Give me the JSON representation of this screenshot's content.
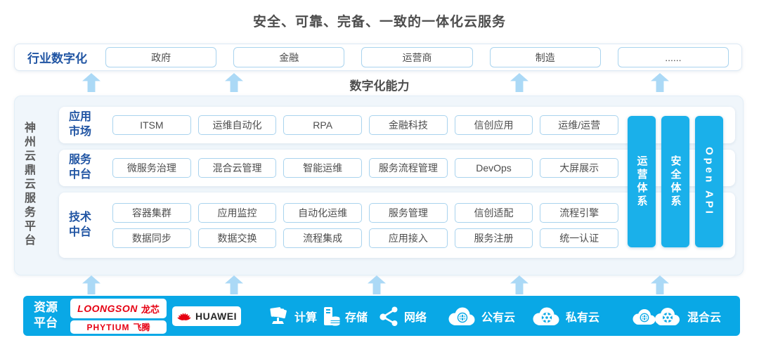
{
  "title": "安全、可靠、完备、一致的一体化云服务",
  "industry": {
    "label": "行业数字化",
    "items": [
      "政府",
      "金融",
      "运营商",
      "制造",
      "......"
    ]
  },
  "capability_label": "数字化能力",
  "platform": {
    "side_label": "神州云鼎云服务平台",
    "rows": [
      {
        "label": "应用市场",
        "lines": [
          [
            "ITSM",
            "运维自动化",
            "RPA",
            "金融科技",
            "信创应用",
            "运维/运营"
          ]
        ]
      },
      {
        "label": "服务中台",
        "lines": [
          [
            "微服务治理",
            "混合云管理",
            "智能运维",
            "服务流程管理",
            "DevOps",
            "大屏展示"
          ]
        ]
      },
      {
        "label": "技术中台",
        "lines": [
          [
            "容器集群",
            "应用监控",
            "自动化运维",
            "服务管理",
            "信创适配",
            "流程引擎"
          ],
          [
            "数据同步",
            "数据交换",
            "流程集成",
            "应用接入",
            "服务注册",
            "统一认证"
          ]
        ]
      }
    ],
    "pillars": [
      "运营体系",
      "安全体系",
      "Open API"
    ]
  },
  "resources": {
    "label": "资源平台",
    "vendors": [
      {
        "latin": "LOONGSON",
        "cjk": "龙芯"
      },
      {
        "latin": "PHYTIUM",
        "cjk": "飞腾"
      },
      {
        "latin": "HUAWEI",
        "cjk": ""
      }
    ],
    "items": [
      {
        "name": "计算",
        "icon": "compute-icon"
      },
      {
        "name": "存储",
        "icon": "storage-icon"
      },
      {
        "name": "网络",
        "icon": "network-icon"
      },
      {
        "name": "公有云",
        "icon": "public-cloud-icon"
      },
      {
        "name": "私有云",
        "icon": "private-cloud-icon"
      },
      {
        "name": "混合云",
        "icon": "hybrid-cloud-icon"
      }
    ]
  },
  "colors": {
    "brand_blue": "#2155a3",
    "bar_blue": "#09a8e6",
    "pillar_blue": "#1ab0ea",
    "arrow_blue": "#abd9f6",
    "box_border": "#a9d3ee",
    "logo_red": "#e60012",
    "text_dark": "#4d4d4d"
  }
}
